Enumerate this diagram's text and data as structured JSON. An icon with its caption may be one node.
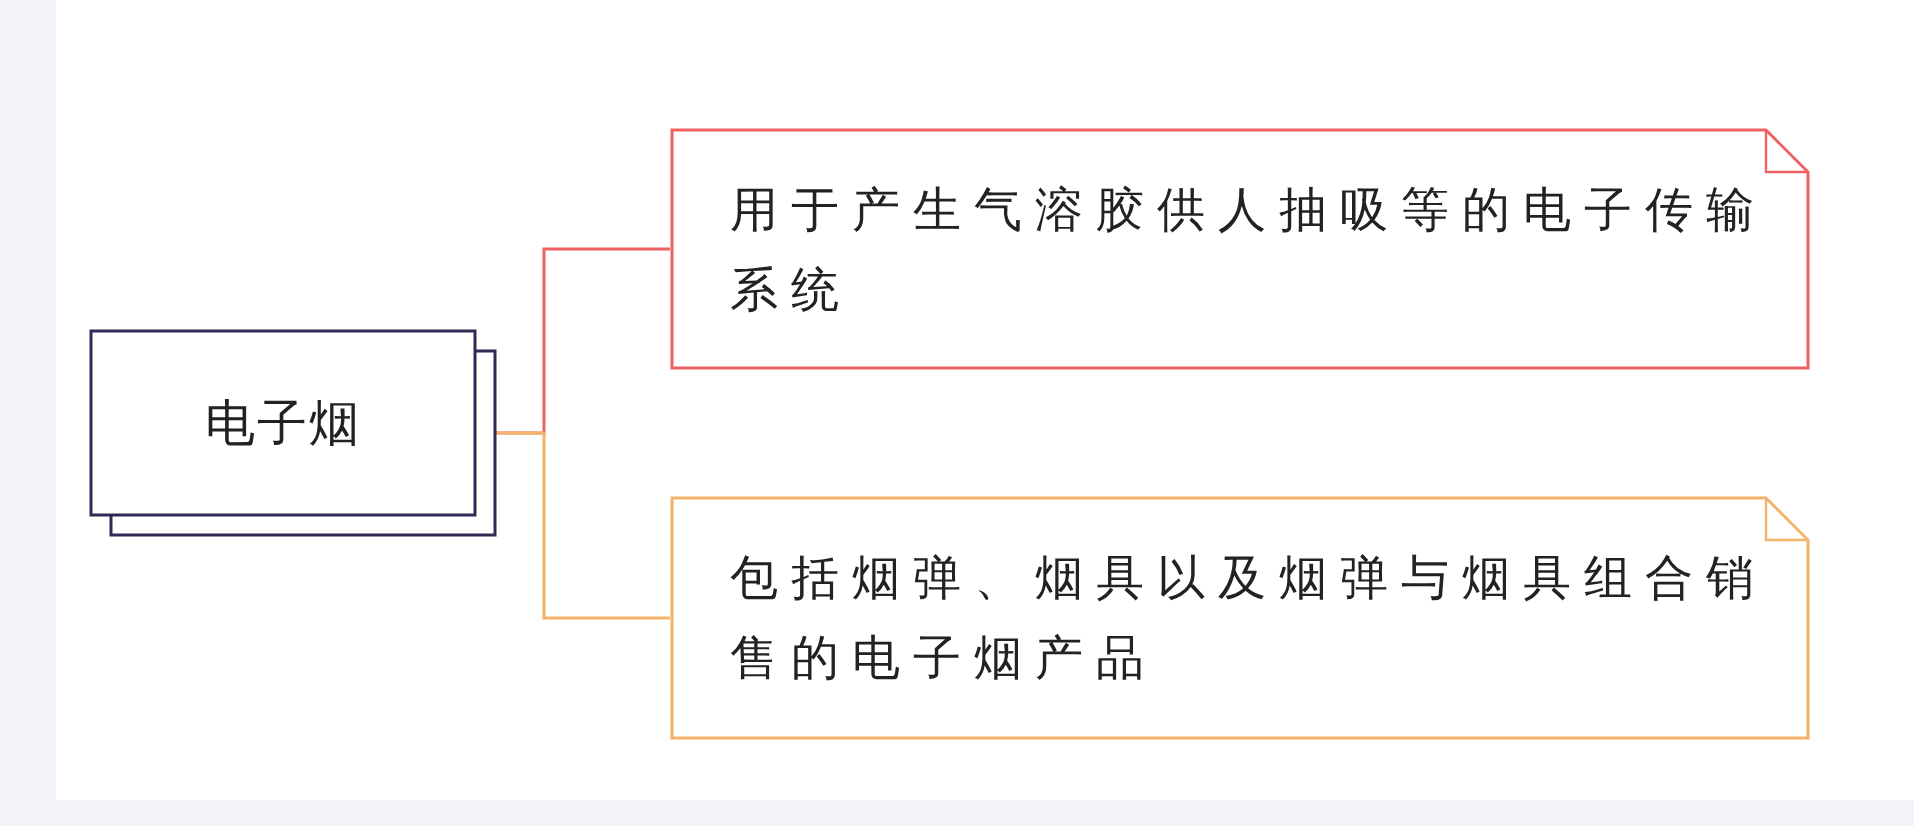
{
  "diagram": {
    "nodes": [
      {
        "text": [
          "电子烟"
        ]
      },
      {
        "text": [
          "用于产生气溶胶供人抽吸等的电子传输系统"
        ]
      },
      {
        "text": [
          "包括烟弹、烟具以及烟弹与烟具组合销售的电子烟产品"
        ]
      }
    ],
    "edges": [
      {
        "from": 0,
        "to": 1,
        "arrow": "none",
        "color": "#f06262"
      },
      {
        "from": 0,
        "to": 2,
        "arrow": "none",
        "color": "#f5b26b"
      }
    ]
  }
}
